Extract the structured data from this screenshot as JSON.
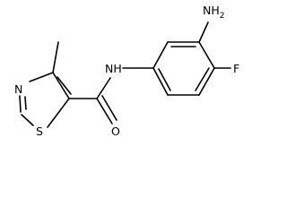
{
  "atoms": {
    "amine": {
      "symbol": "NH",
      "subscript": "2"
    },
    "fluorine": {
      "symbol": "F"
    },
    "amide_nitrogen": {
      "symbol": "NH"
    },
    "carbonyl_oxygen": {
      "symbol": "O"
    },
    "ring_nitrogen": {
      "symbol": "N"
    },
    "ring_sulfur": {
      "symbol": "S"
    }
  },
  "colors": {
    "ink": "#000000",
    "background": "#ffffff"
  }
}
